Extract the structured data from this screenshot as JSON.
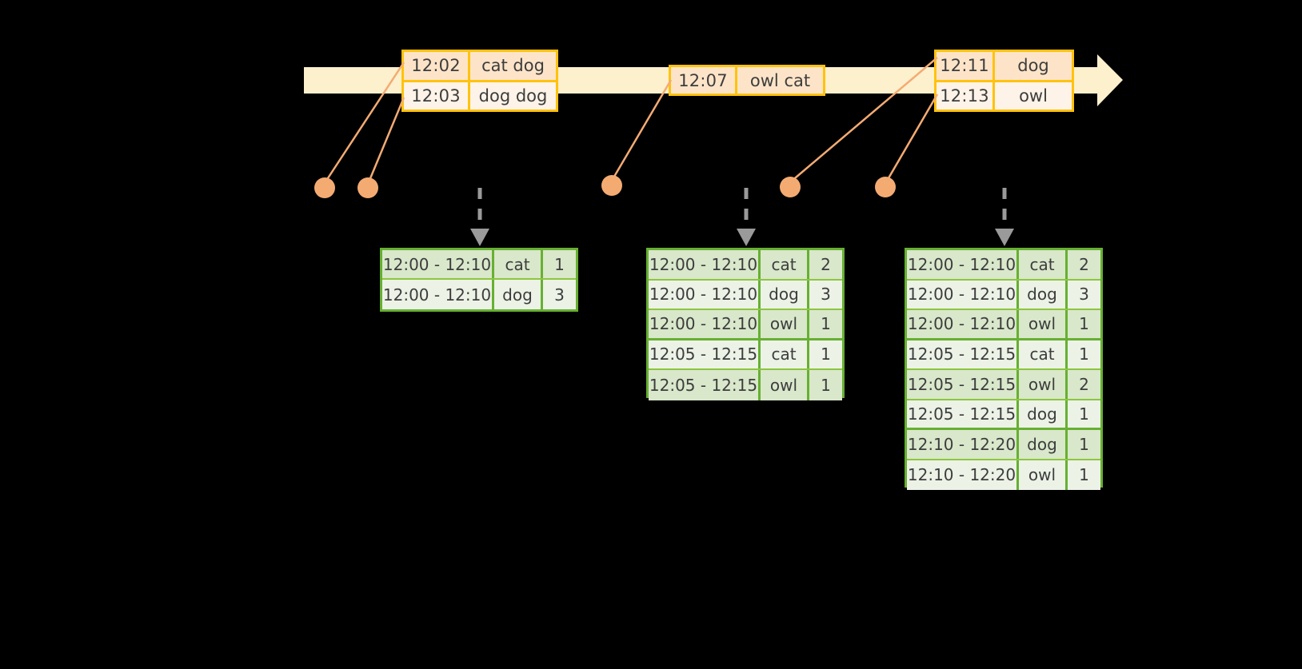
{
  "diagram": {
    "title": "sliding-window-word-count-timeline",
    "colors": {
      "background": "#000000",
      "timeline_fill": "#fdf0cd",
      "event_border": "#ffc20e",
      "event_fill_dark": "#fde4c8",
      "event_fill_light": "#fdf3e8",
      "connector": "#f4ab72",
      "dot": "#f4ab72",
      "table_border": "#66b032",
      "table_row_dark": "#d9e7cb",
      "table_row_light": "#ecf2e6",
      "arrow_gray": "#999999",
      "text": "#3d3d3d"
    }
  },
  "timeline": {
    "name": "event-stream-timeline",
    "arrow_direction": "right",
    "events": [
      {
        "group": "group-1",
        "rows": [
          {
            "time": "12:02",
            "words": "cat dog"
          },
          {
            "time": "12:03",
            "words": "dog dog"
          }
        ]
      },
      {
        "group": "group-2",
        "rows": [
          {
            "time": "12:07",
            "words": "owl cat"
          }
        ]
      },
      {
        "group": "group-3",
        "rows": [
          {
            "time": "12:11",
            "words": "dog"
          },
          {
            "time": "12:13",
            "words": "owl"
          }
        ]
      }
    ]
  },
  "results": [
    {
      "name": "result-table-1",
      "rows": [
        {
          "window": "12:00 - 12:10",
          "word": "cat",
          "count": "1"
        },
        {
          "window": "12:00 - 12:10",
          "word": "dog",
          "count": "3"
        }
      ]
    },
    {
      "name": "result-table-2",
      "rows": [
        {
          "window": "12:00 - 12:10",
          "word": "cat",
          "count": "2"
        },
        {
          "window": "12:00 - 12:10",
          "word": "dog",
          "count": "3"
        },
        {
          "window": "12:00 - 12:10",
          "word": "owl",
          "count": "1"
        },
        {
          "window": "12:05 - 12:15",
          "word": "cat",
          "count": "1"
        },
        {
          "window": "12:05 - 12:15",
          "word": "owl",
          "count": "1"
        }
      ]
    },
    {
      "name": "result-table-3",
      "rows": [
        {
          "window": "12:00 - 12:10",
          "word": "cat",
          "count": "2"
        },
        {
          "window": "12:00 - 12:10",
          "word": "dog",
          "count": "3"
        },
        {
          "window": "12:00 - 12:10",
          "word": "owl",
          "count": "1"
        },
        {
          "window": "12:05 - 12:15",
          "word": "cat",
          "count": "1"
        },
        {
          "window": "12:05 - 12:15",
          "word": "owl",
          "count": "2"
        },
        {
          "window": "12:05 - 12:15",
          "word": "dog",
          "count": "1"
        },
        {
          "window": "12:10 - 12:20",
          "word": "dog",
          "count": "1"
        },
        {
          "window": "12:10 - 12:20",
          "word": "owl",
          "count": "1"
        }
      ]
    }
  ]
}
